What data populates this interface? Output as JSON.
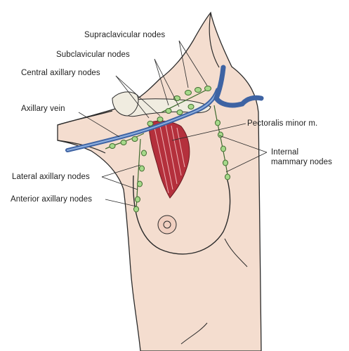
{
  "labels": {
    "supraclavicular": "Supraclavicular nodes",
    "subclavicular": "Subclavicular nodes",
    "central_axillary": "Central axillary nodes",
    "axillary_vein": "Axillary vein",
    "pectoralis_minor": "Pectoralis minor m.",
    "internal_mammary_line1": "Internal",
    "internal_mammary_line2": "mammary nodes",
    "lateral_axillary": "Lateral axillary nodes",
    "anterior_axillary": "Anterior axillary nodes"
  },
  "colors": {
    "skin": "#f4ddcf",
    "skin_outline": "#2a2a2a",
    "vein": "#5b84c4",
    "vein_dark": "#3e63a3",
    "lymph_node": "#a6d98a",
    "lymph_outline": "#3f6b2e",
    "muscle": "#b4303c",
    "bone": "#f0ece0"
  }
}
